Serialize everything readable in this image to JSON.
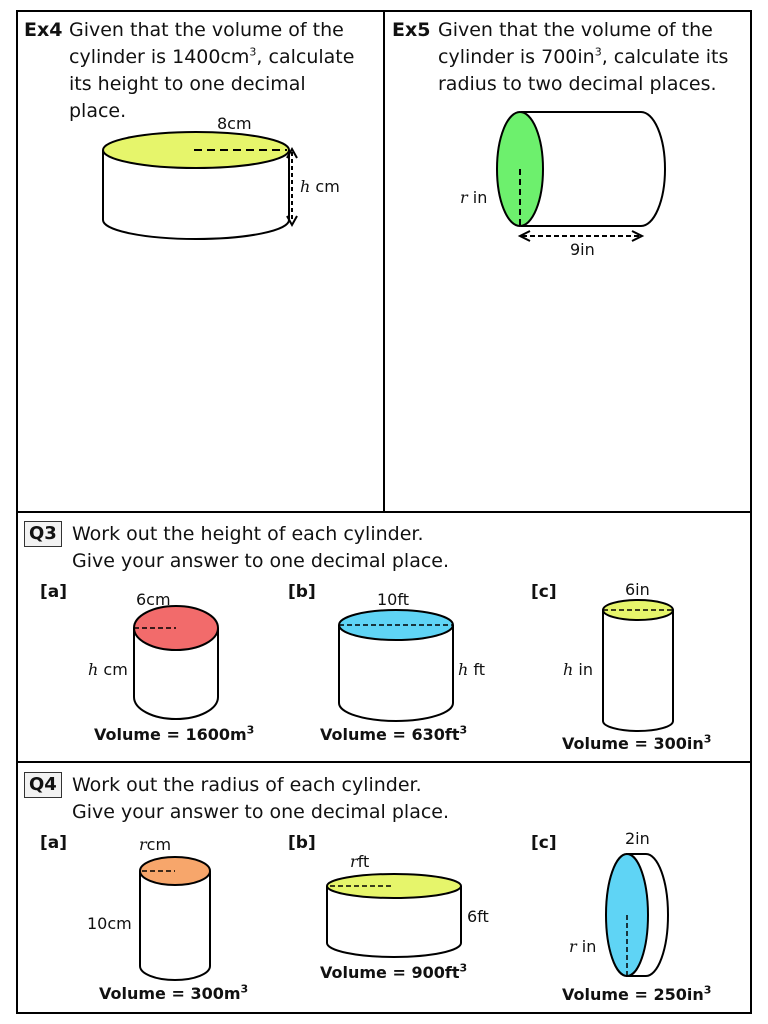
{
  "ex4": {
    "label": "Ex4",
    "line1": "Given that the volume of the",
    "line2a": "cylinder is 1400cm",
    "line2sup": "3",
    "line2b": ", calculate",
    "line3": "its height to one decimal",
    "line4": "place.",
    "diameter": "8cm",
    "height_var": "h",
    "height_unit": "cm",
    "top_color": "#e6f56b"
  },
  "ex5": {
    "label": "Ex5",
    "line1": "Given that the volume of the",
    "line2a": "cylinder is 700in",
    "line2sup": "3",
    "line2b": ", calculate its",
    "line3": "radius to two decimal places.",
    "radius_var": "r",
    "radius_unit": "in",
    "length": "9in",
    "face_color": "#6df06d"
  },
  "q3": {
    "label": "Q3",
    "line1": "Work out the height of each cylinder.",
    "line2": "Give your answer to one decimal place.",
    "parts": [
      {
        "tag": "[a]",
        "diameter": "6cm",
        "hvar": "h",
        "hunit": "cm",
        "vol_prefix": "Volume = ",
        "vol_value": "1600m",
        "vol_sup": "3",
        "color": "#f26b6b"
      },
      {
        "tag": "[b]",
        "diameter": "10ft",
        "hvar": "h",
        "hunit": "ft",
        "vol_prefix": "Volume = ",
        "vol_value": "630ft",
        "vol_sup": "3",
        "color": "#5fd4f5"
      },
      {
        "tag": "[c]",
        "diameter": "6in",
        "hvar": "h",
        "hunit": "in",
        "vol_prefix": "Volume = ",
        "vol_value": "300in",
        "vol_sup": "3",
        "color": "#e6f56b"
      }
    ]
  },
  "q4": {
    "label": "Q4",
    "line1": "Work out the radius of each cylinder.",
    "line2": "Give your answer to one decimal place.",
    "parts": [
      {
        "tag": "[a]",
        "rvar": "r",
        "runit": "cm",
        "height": "10cm",
        "vol_prefix": "Volume = ",
        "vol_value": "300m",
        "vol_sup": "3",
        "color": "#f7a66b"
      },
      {
        "tag": "[b]",
        "rvar": "r",
        "runit": "ft",
        "height": "6ft",
        "vol_prefix": "Volume = ",
        "vol_value": "900ft",
        "vol_sup": "3",
        "color": "#e6f56b"
      },
      {
        "tag": "[c]",
        "rvar": "r",
        "runit": "in",
        "length": "2in",
        "vol_prefix": "Volume = ",
        "vol_value": "250in",
        "vol_sup": "3",
        "color": "#5fd4f5"
      }
    ]
  }
}
